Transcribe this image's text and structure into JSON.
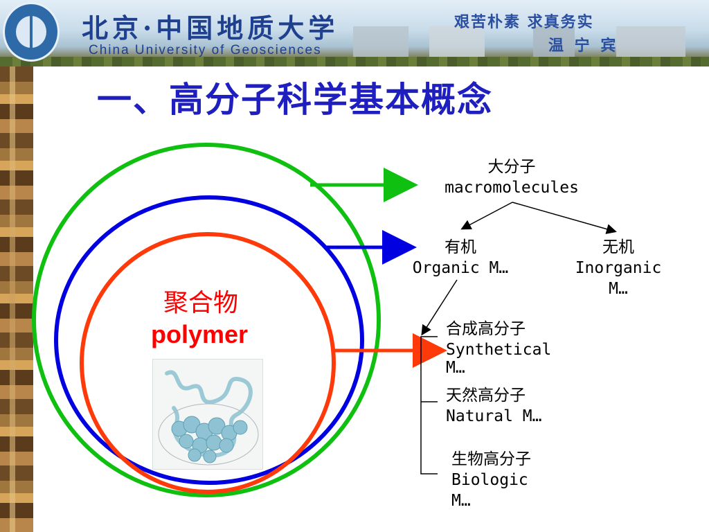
{
  "header": {
    "university_cn": "北京·中国地质大学",
    "university_en": "China  University  of  Geosciences",
    "motto_line1": "艰苦朴素 求真务实",
    "motto_line2": "温 宁 宾"
  },
  "slide": {
    "title": "一、高分子科学基本概念"
  },
  "diagram": {
    "polymer_cn": "聚合物",
    "polymer_en": "polymer",
    "macro_cn": "大分子",
    "macro_en": "macromolecules",
    "organic_cn": "有机",
    "organic_en": "Organic M…",
    "inorganic_cn": "无机",
    "inorganic_en_1": "Inorganic",
    "inorganic_en_2": "M…",
    "synthetic_cn": "合成高分子",
    "synthetic_en_1": "Synthetical",
    "synthetic_en_2": "M…",
    "natural_cn": "天然高分子",
    "natural_en": "Natural M…",
    "bio_cn": "生物高分子",
    "bio_en_1": "Biologic",
    "bio_en_2": "M…"
  },
  "colors": {
    "green_circle": "#10c010",
    "blue_circle": "#0000e0",
    "red_circle": "#ff3a0a",
    "title": "#1f1fbf",
    "polymer_text": "#ff0000"
  }
}
